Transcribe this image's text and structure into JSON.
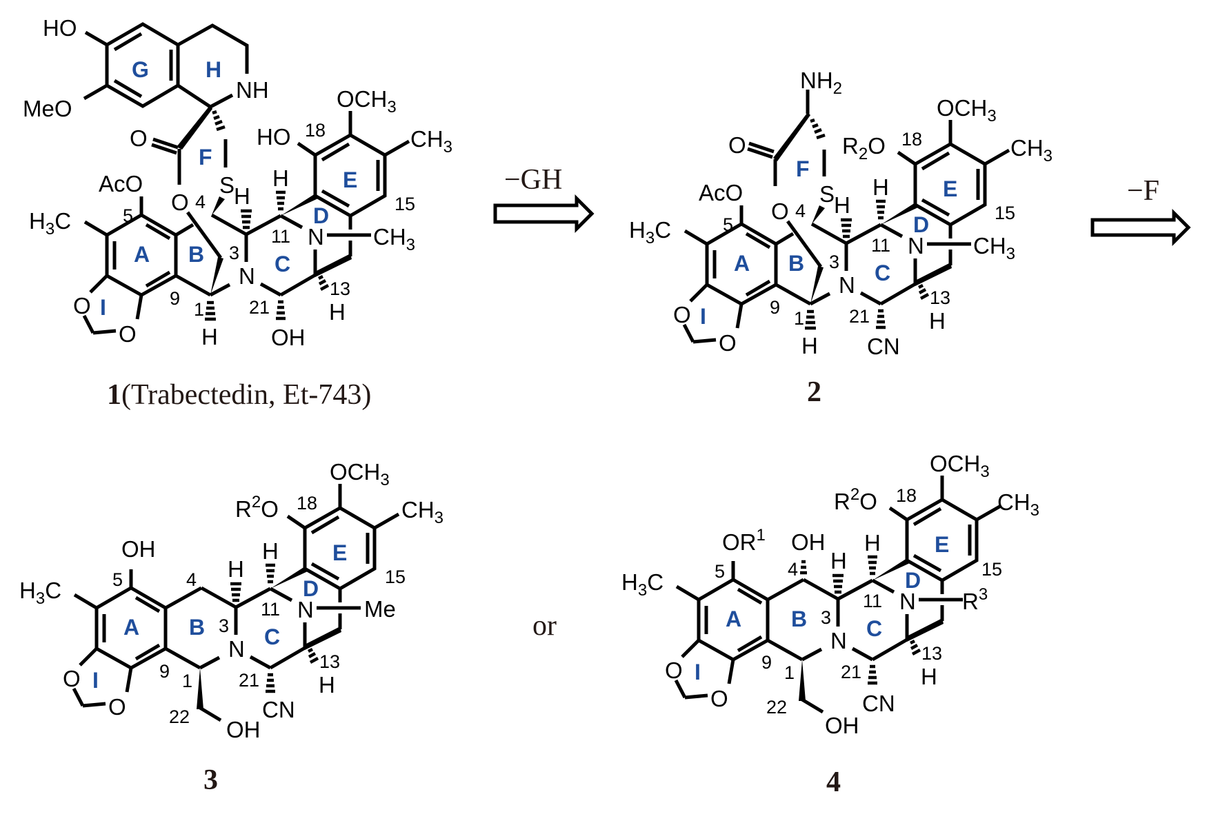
{
  "figure": {
    "structures": [
      {
        "caption_number": "1",
        "caption_text": "(Trabectedin, Et-743)",
        "ring_labels": [
          "A",
          "B",
          "C",
          "D",
          "E",
          "F",
          "G",
          "H",
          "I"
        ],
        "atoms": {
          "ho_top": "HO",
          "meo": "MeO",
          "nh": "NH",
          "carbonyl_o": "O",
          "ester_o": "O",
          "s": "S",
          "aco": "AcO",
          "h3c": {
            "a": "H",
            "sub": "3",
            "b": "C"
          },
          "ho18": "HO",
          "och3": {
            "a": "OCH",
            "sub": "3"
          },
          "ch3_ring": {
            "a": "CH",
            "sub": "3"
          },
          "n_ch3": {
            "a": "CH",
            "sub": "3"
          },
          "n2": "N",
          "n12": "N",
          "o_diox1": "O",
          "o_diox2": "O",
          "h_c1": "H",
          "h_c3": "H",
          "h_c11": "H",
          "h_c13": "H",
          "oh_c21": "OH"
        },
        "position_numbers": [
          "5",
          "4",
          "3",
          "11",
          "18",
          "15",
          "9",
          "1",
          "21",
          "13"
        ]
      },
      {
        "caption_number": "2",
        "ring_labels": [
          "A",
          "B",
          "C",
          "D",
          "E",
          "F",
          "I"
        ],
        "atoms": {
          "nh2": {
            "a": "NH",
            "sub": "2"
          },
          "carbonyl_o": "O",
          "ester_o": "O",
          "s": "S",
          "aco": "AcO",
          "h3c": {
            "a": "H",
            "sub": "3",
            "b": "C"
          },
          "r2o": {
            "a": "R",
            "sub": "2",
            "b": "O"
          },
          "och3": {
            "a": "OCH",
            "sub": "3"
          },
          "ch3_ring": {
            "a": "CH",
            "sub": "3"
          },
          "n_ch3": {
            "a": "CH",
            "sub": "3"
          },
          "n2": "N",
          "n12": "N",
          "o_diox1": "O",
          "o_diox2": "O",
          "h_c1": "H",
          "h_c3": "H",
          "h_c11": "H",
          "h_c13": "H",
          "cn": "CN"
        },
        "position_numbers": [
          "5",
          "4",
          "3",
          "11",
          "18",
          "15",
          "9",
          "1",
          "21",
          "13"
        ]
      },
      {
        "caption_number": "3",
        "ring_labels": [
          "A",
          "B",
          "C",
          "D",
          "E",
          "I"
        ],
        "atoms": {
          "oh5": "OH",
          "h3c": {
            "a": "H",
            "sub": "3",
            "b": "C"
          },
          "r2o": {
            "a": "R",
            "sup": "2",
            "b": "O"
          },
          "och3": {
            "a": "OCH",
            "sub": "3"
          },
          "ch3_ring": {
            "a": "CH",
            "sub": "3"
          },
          "n_me": "Me",
          "n2": "N",
          "n12": "N",
          "o_diox1": "O",
          "o_diox2": "O",
          "h_c3": "H",
          "h_c11": "H",
          "h_c13": "H",
          "oh22": "OH",
          "cn": "CN"
        },
        "position_numbers": [
          "5",
          "4",
          "3",
          "11",
          "18",
          "15",
          "9",
          "1",
          "22",
          "21",
          "13"
        ]
      },
      {
        "caption_number": "4",
        "ring_labels": [
          "A",
          "B",
          "C",
          "D",
          "E",
          "I"
        ],
        "atoms": {
          "or1": {
            "a": "OR",
            "sup": "1"
          },
          "oh4": "OH",
          "h3c": {
            "a": "H",
            "sub": "3",
            "b": "C"
          },
          "r2o": {
            "a": "R",
            "sup": "2",
            "b": "O"
          },
          "och3": {
            "a": "OCH",
            "sub": "3"
          },
          "ch3_ring": {
            "a": "CH",
            "sub": "3"
          },
          "r3": {
            "a": "R",
            "sup": "3"
          },
          "n2": "N",
          "n12": "N",
          "o_diox1": "O",
          "o_diox2": "O",
          "h_c3": "H",
          "h_c11": "H",
          "h_c13": "H",
          "oh22": "OH",
          "cn": "CN"
        },
        "position_numbers": [
          "5",
          "4",
          "3",
          "11",
          "18",
          "15",
          "9",
          "1",
          "22",
          "21",
          "13"
        ]
      }
    ],
    "arrows": [
      {
        "label": "−GH"
      },
      {
        "label": "−F"
      }
    ],
    "connector_text": "or",
    "colors": {
      "ring_label": "#1f4e9c",
      "bond": "#000000",
      "caption": "#231815"
    }
  }
}
